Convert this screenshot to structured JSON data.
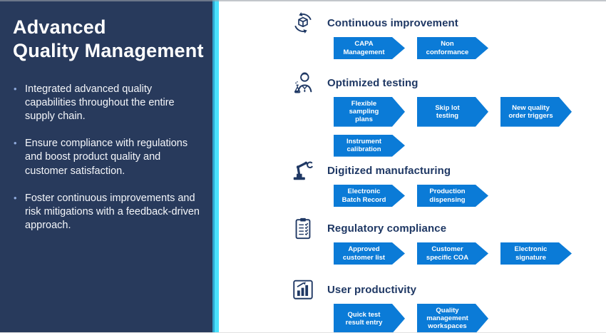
{
  "panel": {
    "title_line1": "Advanced",
    "title_line2": "Quality Management",
    "bullets": [
      "Integrated advanced quality capabilities throughout the entire supply chain.",
      "Ensure compliance with regulations and boost product quality and customer satisfaction.",
      "Foster continuous improvements and risk mitigations with a feedback-driven approach."
    ]
  },
  "colors": {
    "panel_navy": "#283a5c",
    "accent_cyan": "#4ae1fc",
    "arrow_blue": "#0b7bd7",
    "heading_navy": "#1f3864",
    "bullet_marker": "#8faadc"
  },
  "sections": [
    {
      "title": "Continuous improvement",
      "icon": "cycle-box-icon",
      "arrows": [
        "CAPA\nManagement",
        "Non\nconformance"
      ]
    },
    {
      "title": "Optimized testing",
      "icon": "scientist-icon",
      "arrows": [
        "Flexible\nsampling\nplans",
        "Skip lot\ntesting",
        "New quality\norder triggers",
        "Instrument\ncalibration"
      ]
    },
    {
      "title": "Digitized manufacturing",
      "icon": "robot-arm-icon",
      "arrows": [
        "Electronic\nBatch Record",
        "Production\ndispensing"
      ]
    },
    {
      "title": "Regulatory compliance",
      "icon": "clipboard-checklist-icon",
      "arrows": [
        "Approved\ncustomer list",
        "Customer\nspecific COA",
        "Electronic\nsignature"
      ]
    },
    {
      "title": "User productivity",
      "icon": "bar-chart-icon",
      "arrows": [
        "Quick test\nresult entry",
        "Quality\nmanagement\nworkspaces"
      ]
    }
  ]
}
